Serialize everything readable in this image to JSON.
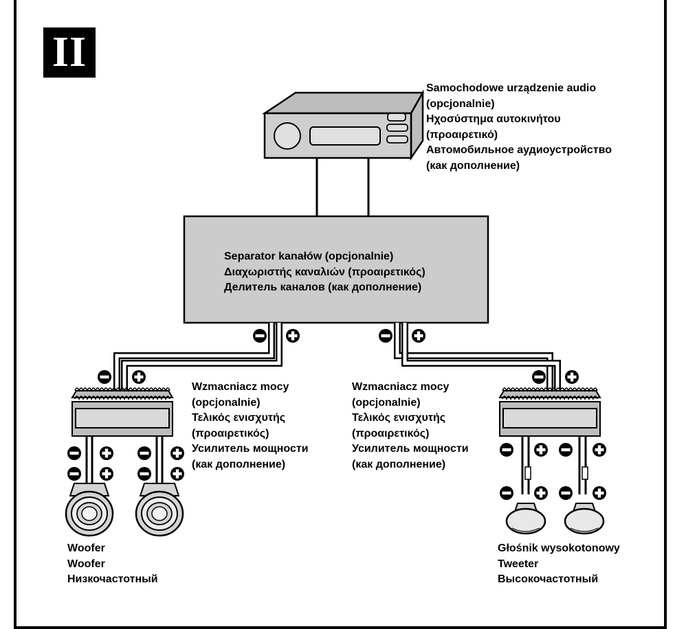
{
  "section_badge": "II",
  "car_audio": {
    "lines": [
      "Samochodowe urządzenie audio",
      "(opcjonalnie)",
      "Ηχοσύστημα αυτοκινήτου",
      "(προαιρετικό)",
      "Автомобильное аудиоустройство",
      "(как дополнение)"
    ]
  },
  "divider": {
    "lines": [
      "Separator kanałów (opcjonalnie)",
      "Διαχωριστής καναλιών (προαιρετικός)",
      "Делитель каналов (как дополнение)"
    ]
  },
  "amp_left": {
    "lines": [
      "Wzmacniacz mocy",
      "(opcjonalnie)",
      "Τελικός ενισχυτής",
      "(προαιρετικός)",
      "Усилитель мощности",
      "(как дополнение)"
    ]
  },
  "amp_right": {
    "lines": [
      "Wzmacniacz mocy",
      "(opcjonalnie)",
      "Τελικός ενισχυτής",
      "(προαιρετικός)",
      "Усилитель мощности",
      "(как дополнение)"
    ]
  },
  "woofer": {
    "lines": [
      "Woofer",
      "Woofer",
      "Низкочастотный"
    ]
  },
  "tweeter": {
    "lines": [
      "Głośnik wysokotonowy",
      "Tweeter",
      "Высокочастотный"
    ]
  },
  "colors": {
    "line": "#000000",
    "box_fill": "#cccccc",
    "speaker_fill": "#d4d4d4",
    "background": "#ffffff"
  }
}
